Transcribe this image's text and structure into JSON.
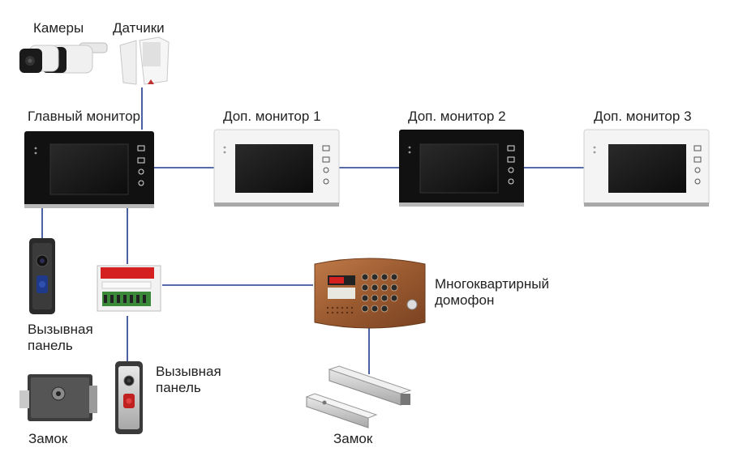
{
  "labels": {
    "cameras": "Камеры",
    "sensors": "Датчики",
    "main_monitor": "Главный монитор",
    "extra_monitor_1": "Доп. монитор 1",
    "extra_monitor_2": "Доп. монитор 2",
    "extra_monitor_3": "Доп. монитор 3",
    "call_panel_1": "Вызывная панель",
    "call_panel_2": "Вызывная панель",
    "apartment_intercom": "Многоквартирный домофон",
    "lock_1": "Замок",
    "lock_2": "Замок"
  },
  "colors": {
    "connector": "#1f3a8a",
    "monitor_black": "#111111",
    "monitor_white": "#f2f2f2",
    "intercom_copper": "#a8663a",
    "module_red": "#d42020",
    "screen": "#1a1a1a"
  }
}
